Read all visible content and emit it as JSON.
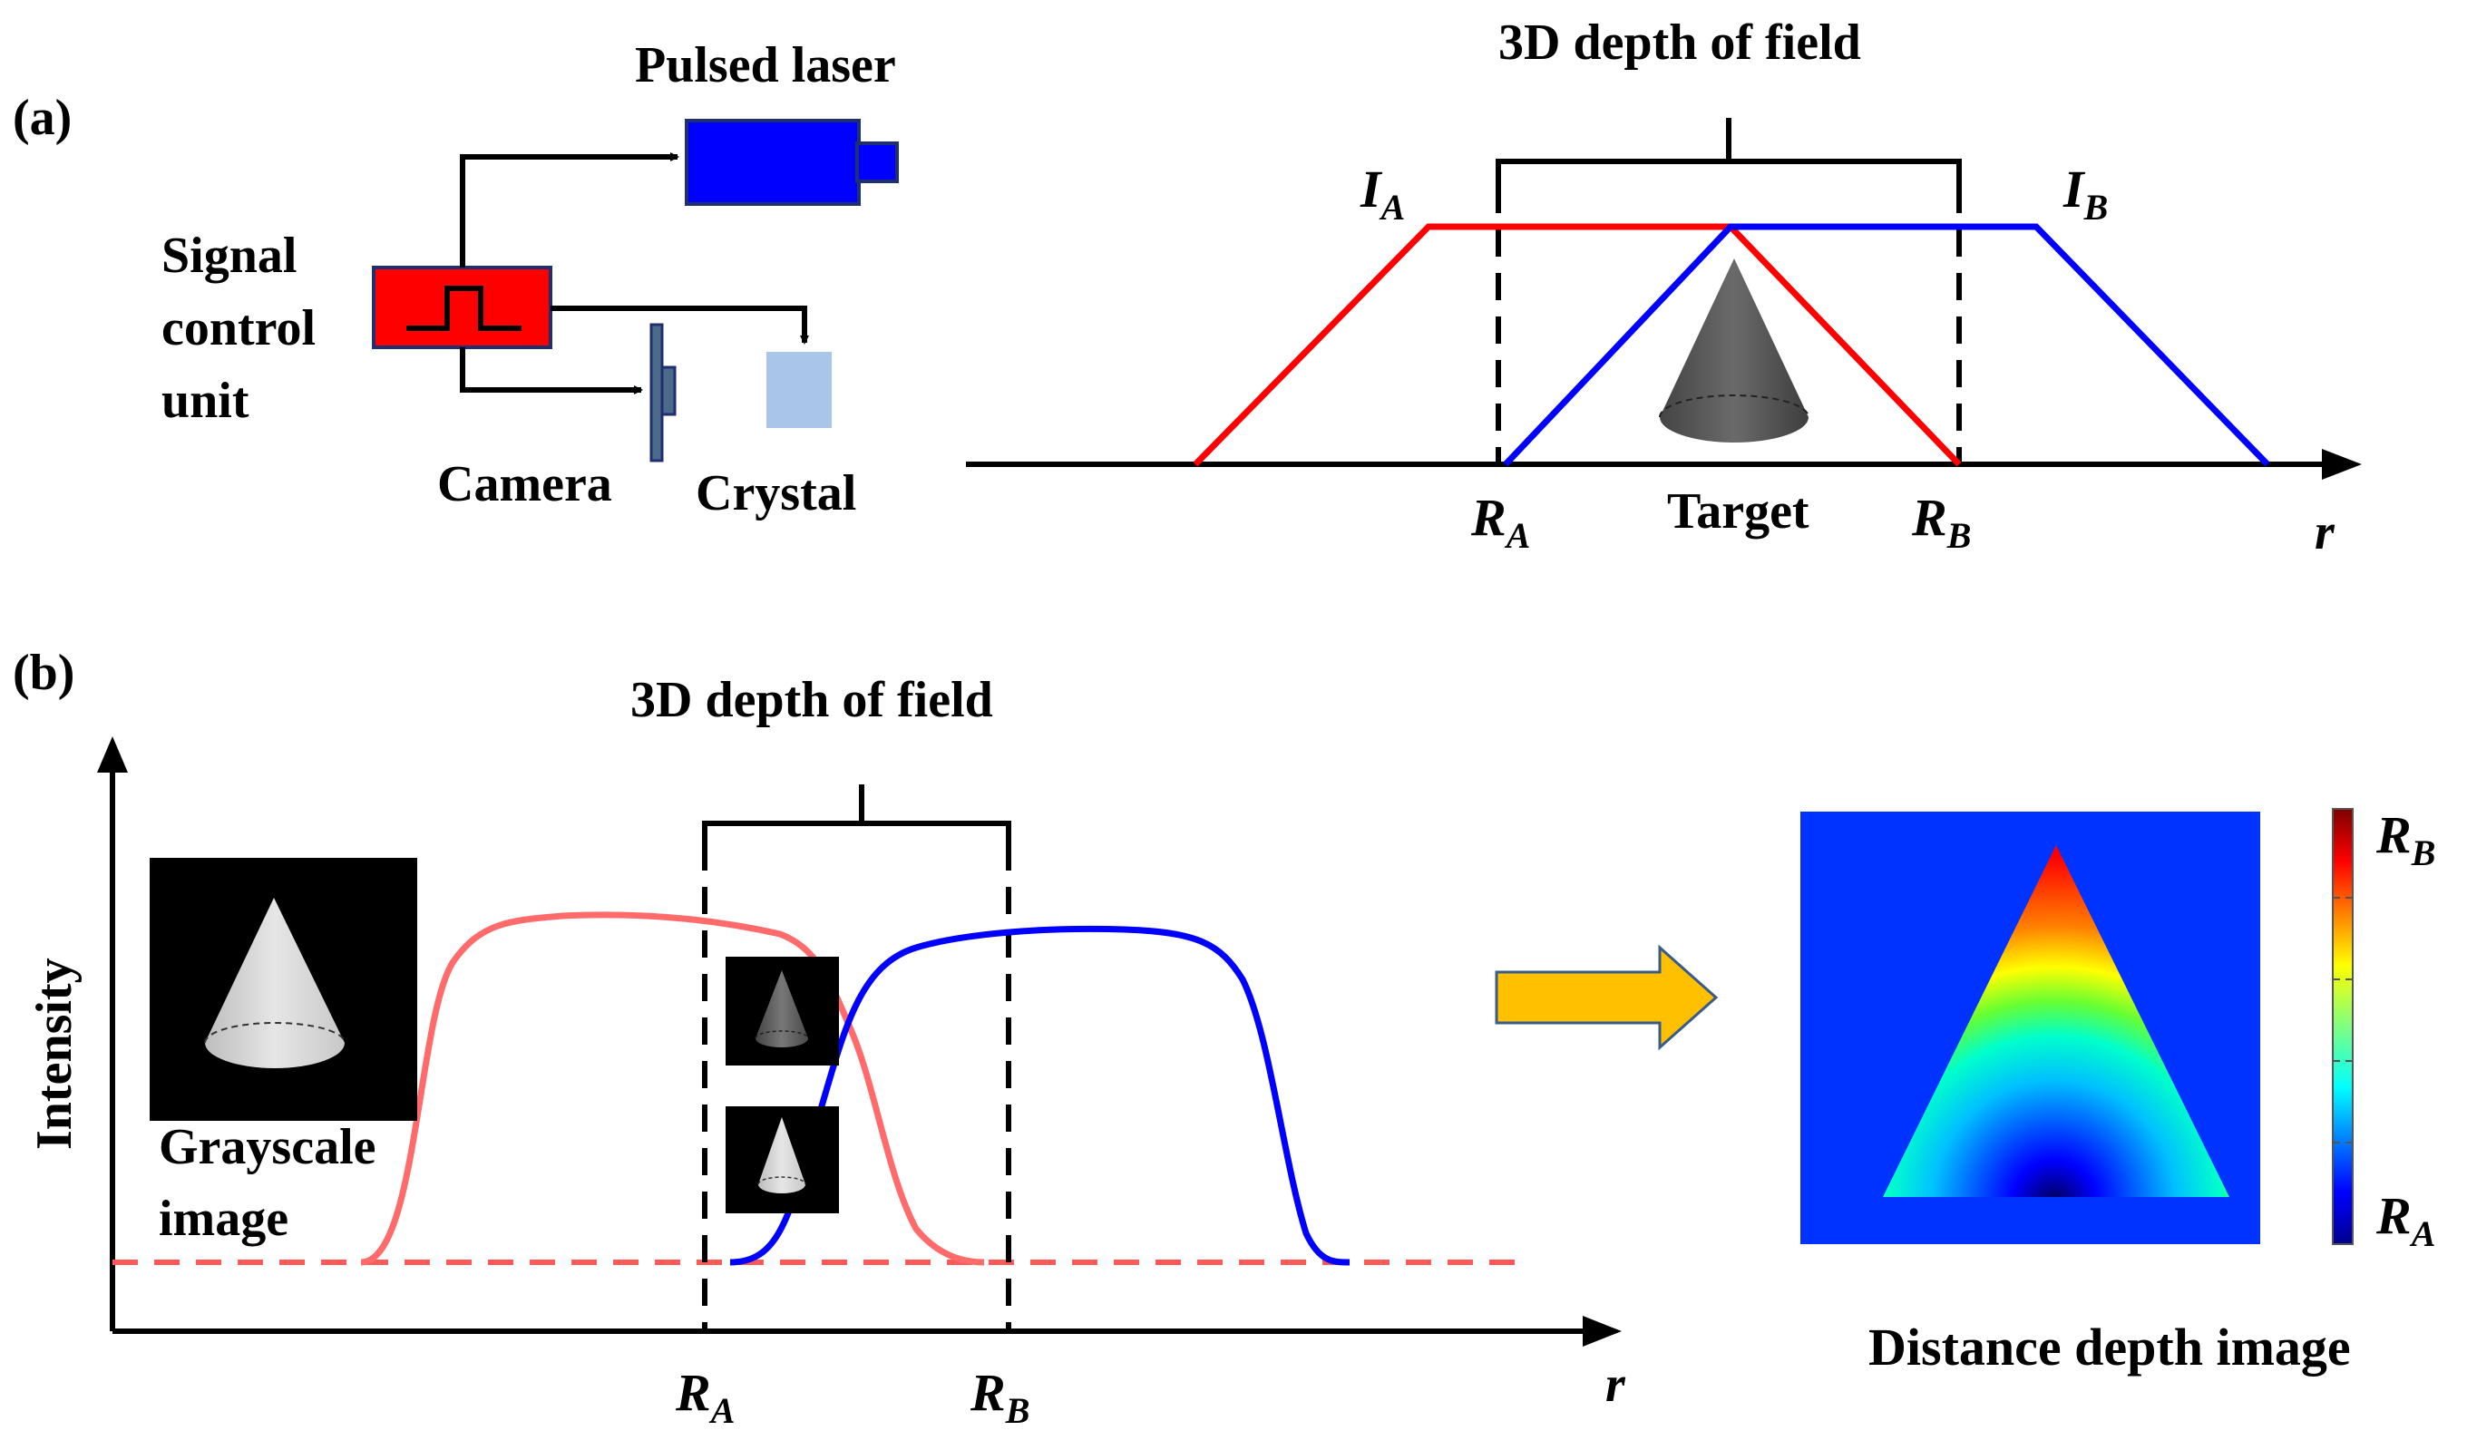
{
  "panel_a": {
    "label": "(a)",
    "pulsed_laser": "Pulsed laser",
    "signal_control_unit": [
      "Signal",
      "control",
      "unit"
    ],
    "camera": "Camera",
    "crystal": "Crystal",
    "title": "3D depth of field",
    "IA": {
      "base": "I",
      "sub": "A"
    },
    "IB": {
      "base": "I",
      "sub": "B"
    },
    "RA": {
      "base": "R",
      "sub": "A"
    },
    "RB": {
      "base": "R",
      "sub": "B"
    },
    "target": "Target",
    "r_axis": "r"
  },
  "panel_b": {
    "label": "(b)",
    "title": "3D depth of field",
    "ylabel": "Intensity",
    "grayscale": [
      "Grayscale",
      "image"
    ],
    "RA": {
      "base": "R",
      "sub": "A"
    },
    "RB": {
      "base": "R",
      "sub": "B"
    },
    "r_axis": "r",
    "depth_caption": "Distance depth image",
    "colorbar_top": {
      "base": "R",
      "sub": "B"
    },
    "colorbar_bottom": {
      "base": "R",
      "sub": "A"
    }
  },
  "colors": {
    "laser": "#0000ff",
    "signal_unit": "#ff0000",
    "crystal": "#a9c6ea",
    "curve_a": "#ff0000",
    "curve_b": "#0000ff",
    "curve_b_panel_a": "#ff6b6b",
    "dashed_baseline": "#ff5a5a",
    "arrow": "#ffc000",
    "depth_background": "#0033ff"
  }
}
